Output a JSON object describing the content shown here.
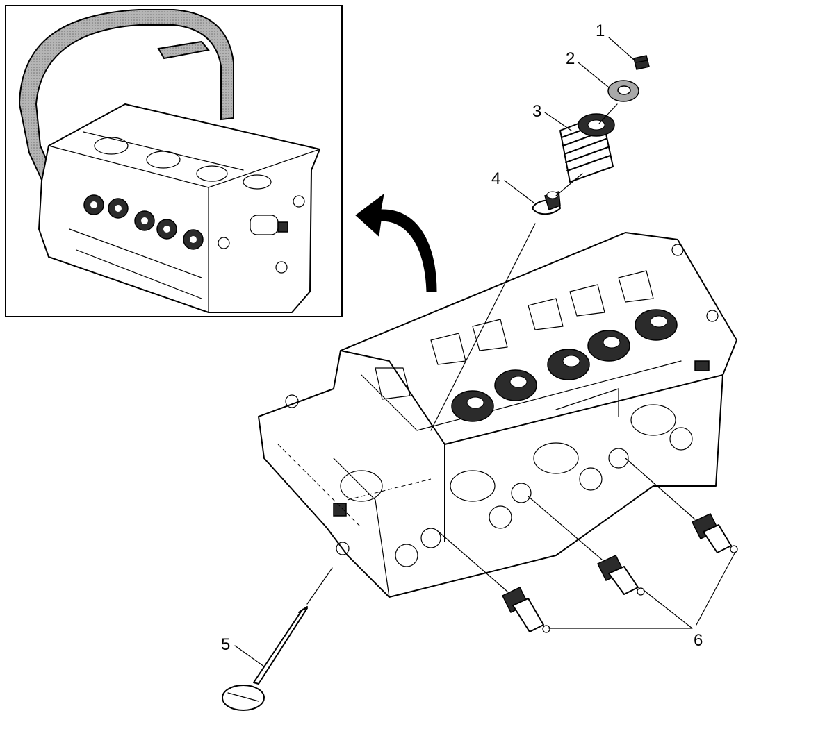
{
  "callouts": [
    {
      "id": "1",
      "label": "1"
    },
    {
      "id": "2",
      "label": "2"
    },
    {
      "id": "3",
      "label": "3"
    },
    {
      "id": "4",
      "label": "4"
    },
    {
      "id": "5",
      "label": "5"
    },
    {
      "id": "6",
      "label": "6"
    }
  ],
  "colors": {
    "line": "#000000",
    "background": "#ffffff",
    "tool_fill": "#a9a9a9",
    "dark_fill": "#2b2b2b"
  },
  "icons": [
    "rotation-arrow-icon"
  ]
}
